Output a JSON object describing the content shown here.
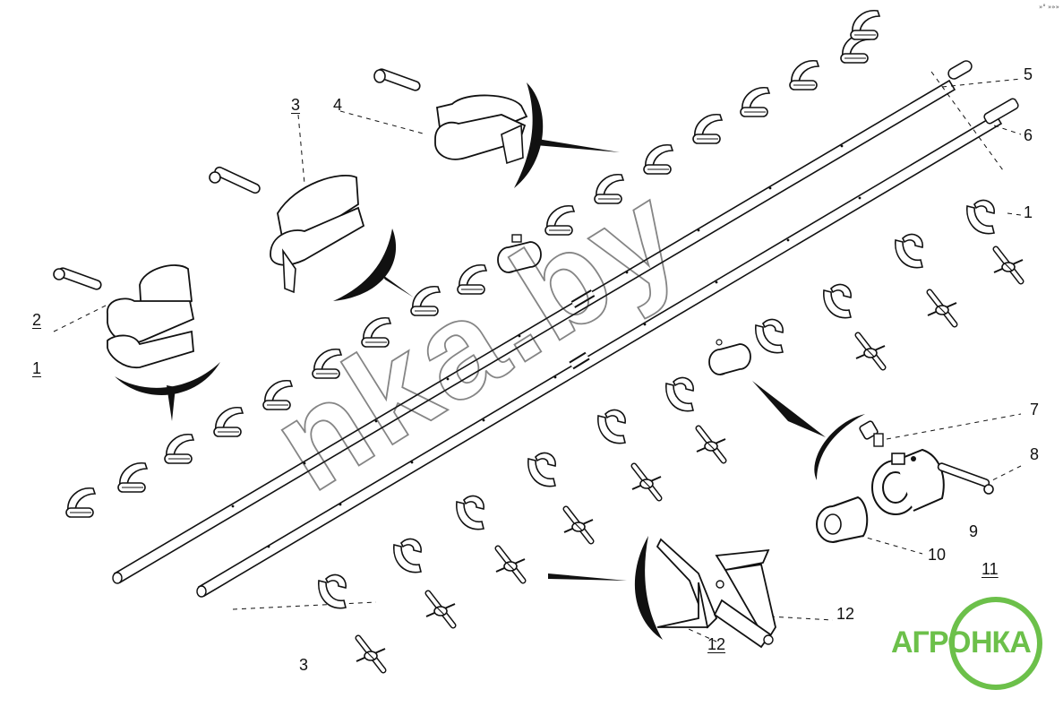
{
  "callouts": {
    "c1_top": "1",
    "c2": "2",
    "c1_left": "1",
    "c3_top": "3",
    "c4": "4",
    "c5": "5",
    "c6": "6",
    "c7": "7",
    "c8": "8",
    "c9": "9",
    "c10": "10",
    "c11": "11",
    "c12_right": "12",
    "c12_bottom": "12",
    "c3_bottom": "3"
  },
  "watermark": {
    "text": "nka.by"
  },
  "logo": {
    "left": "АГРО",
    "right": "НКА",
    "color_green": "#6cc04a"
  },
  "corner_mark": "»° »»»",
  "colors": {
    "ink": "#111111",
    "paper": "#ffffff"
  }
}
